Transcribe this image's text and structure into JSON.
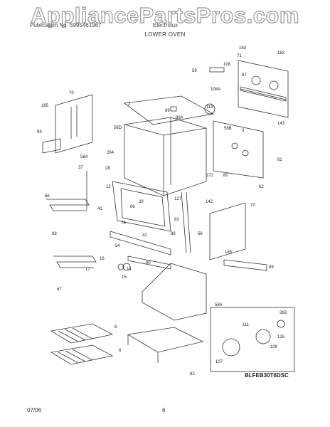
{
  "watermark": "AppliancePartsPros.com",
  "header": {
    "publication_label": "Publication No. 5995461967",
    "brand": "Electrolux",
    "section_title": "LOWER OVEN"
  },
  "diagram": {
    "part_labels": [
      "163",
      "163",
      "71",
      "87",
      "108",
      "59",
      "108A",
      "119",
      "2",
      "89",
      "89A",
      "58D",
      "58B",
      "143",
      "3",
      "81",
      "70",
      "165",
      "99",
      "264",
      "58A",
      "37",
      "28",
      "12",
      "272",
      "80",
      "62",
      "66",
      "41",
      "29",
      "127",
      "86",
      "83",
      "142",
      "70",
      "68",
      "76",
      "41",
      "86",
      "56",
      "54",
      "16",
      "14",
      "17",
      "15",
      "90",
      "185",
      "89",
      "67",
      "58A",
      "6",
      "263",
      "111",
      "125",
      "6",
      "109",
      "107",
      "82"
    ],
    "model_code": "BLFEB30T6DSC"
  },
  "footer": {
    "date": "07/06",
    "page": "6"
  }
}
